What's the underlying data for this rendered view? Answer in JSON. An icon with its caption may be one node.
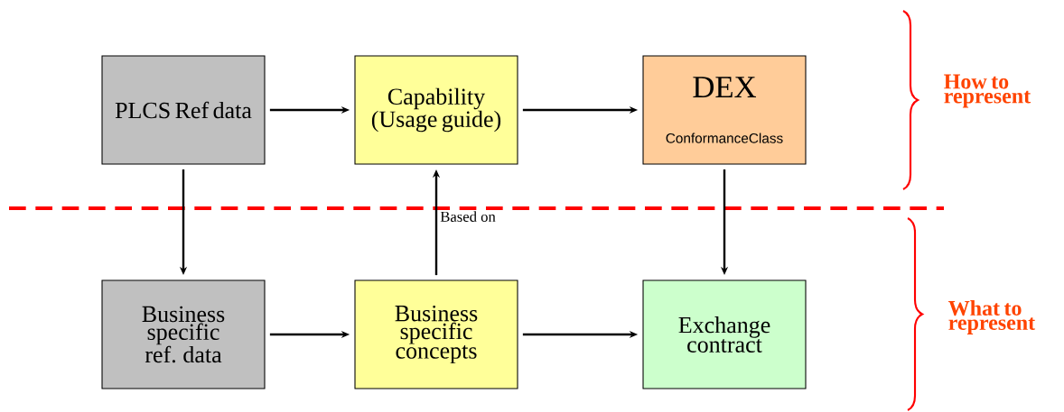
{
  "diagram": {
    "nodes": [
      {
        "text": [
          "PLCS Ref data"
        ]
      },
      {
        "text": [
          "Capability (Usage guide)"
        ]
      },
      {
        "text": [
          "DEX",
          "ConformanceClass"
        ]
      },
      {
        "text": [
          "Business specific ref. data"
        ]
      },
      {
        "text": [
          "Business specific concepts"
        ]
      },
      {
        "text": [
          "Exchange contract"
        ]
      }
    ],
    "edges": [
      {
        "from": 0,
        "to": 1,
        "arrow": "to"
      },
      {
        "from": 1,
        "to": 2,
        "arrow": "to"
      },
      {
        "from": 0,
        "to": 3,
        "arrow": "to"
      },
      {
        "from": 4,
        "to": 1,
        "arrow": "to",
        "label": "Based on"
      },
      {
        "from": 2,
        "to": 5,
        "arrow": "to"
      },
      {
        "from": 3,
        "to": 4,
        "arrow": "to"
      },
      {
        "from": 4,
        "to": 5,
        "arrow": "to"
      }
    ],
    "labels": [
      "How to represent",
      "What to represent"
    ]
  }
}
